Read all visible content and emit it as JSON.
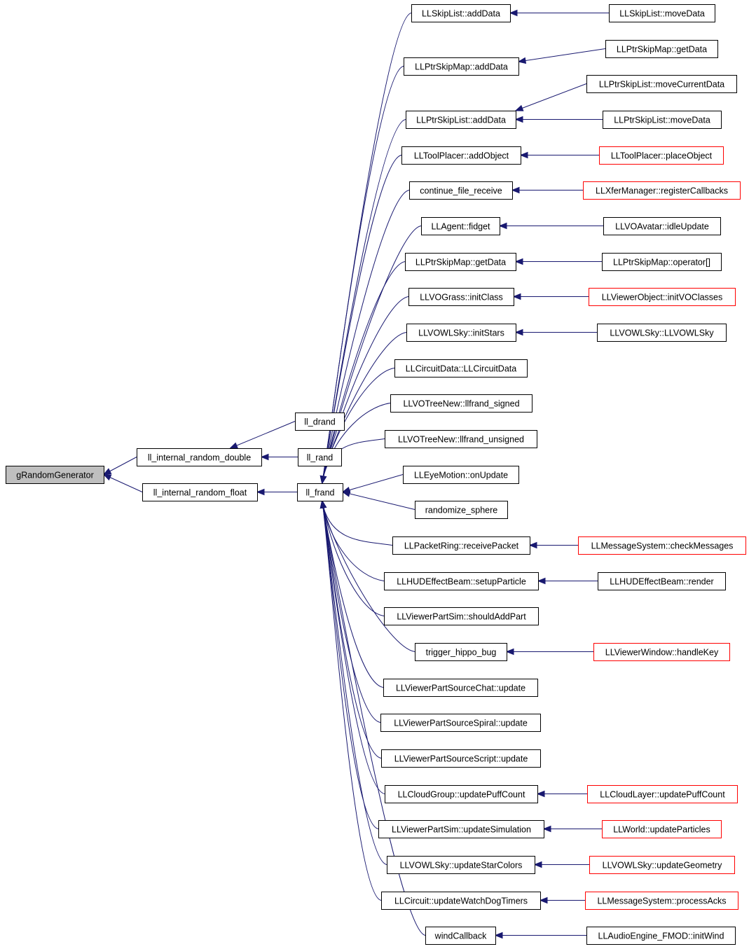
{
  "graph": {
    "type": "call-graph",
    "edge_color": "#191970",
    "root_fill": "#bfbfbf",
    "red_border": "#ff0000",
    "nodes": [
      {
        "id": "root",
        "label": "gRandomGenerator",
        "style": "root"
      },
      {
        "id": "ird",
        "label": "ll_internal_random_double",
        "style": "black"
      },
      {
        "id": "irf",
        "label": "ll_internal_random_float",
        "style": "black"
      },
      {
        "id": "drand",
        "label": "ll_drand",
        "style": "black"
      },
      {
        "id": "rand",
        "label": "ll_rand",
        "style": "black"
      },
      {
        "id": "frand",
        "label": "ll_frand",
        "style": "black"
      },
      {
        "id": "c0",
        "label": "LLSkipList::addData",
        "style": "black"
      },
      {
        "id": "c1",
        "label": "LLPtrSkipMap::addData",
        "style": "black"
      },
      {
        "id": "c2",
        "label": "LLPtrSkipList::addData",
        "style": "black"
      },
      {
        "id": "c3",
        "label": "LLToolPlacer::addObject",
        "style": "black"
      },
      {
        "id": "c4",
        "label": "continue_file_receive",
        "style": "black"
      },
      {
        "id": "c5",
        "label": "LLAgent::fidget",
        "style": "black"
      },
      {
        "id": "c6",
        "label": "LLPtrSkipMap::getData",
        "style": "black"
      },
      {
        "id": "c7",
        "label": "LLVOGrass::initClass",
        "style": "black"
      },
      {
        "id": "c8",
        "label": "LLVOWLSky::initStars",
        "style": "black"
      },
      {
        "id": "c9",
        "label": "LLCircuitData::LLCircuitData",
        "style": "black"
      },
      {
        "id": "c10",
        "label": "LLVOTreeNew::llfrand_signed",
        "style": "black"
      },
      {
        "id": "c11",
        "label": "LLVOTreeNew::llfrand_unsigned",
        "style": "black"
      },
      {
        "id": "c12",
        "label": "LLEyeMotion::onUpdate",
        "style": "black"
      },
      {
        "id": "c13",
        "label": "randomize_sphere",
        "style": "black"
      },
      {
        "id": "c14",
        "label": "LLPacketRing::receivePacket",
        "style": "black"
      },
      {
        "id": "c15",
        "label": "LLHUDEffectBeam::setupParticle",
        "style": "black"
      },
      {
        "id": "c16",
        "label": "LLViewerPartSim::shouldAddPart",
        "style": "black"
      },
      {
        "id": "c17",
        "label": "trigger_hippo_bug",
        "style": "black"
      },
      {
        "id": "c18",
        "label": "LLViewerPartSourceChat::update",
        "style": "black"
      },
      {
        "id": "c19",
        "label": "LLViewerPartSourceSpiral::update",
        "style": "black"
      },
      {
        "id": "c20",
        "label": "LLViewerPartSourceScript::update",
        "style": "black"
      },
      {
        "id": "c21",
        "label": "LLCloudGroup::updatePuffCount",
        "style": "black"
      },
      {
        "id": "c22",
        "label": "LLViewerPartSim::updateSimulation",
        "style": "black"
      },
      {
        "id": "c23",
        "label": "LLVOWLSky::updateStarColors",
        "style": "black"
      },
      {
        "id": "c24",
        "label": "LLCircuit::updateWatchDogTimers",
        "style": "black"
      },
      {
        "id": "c25",
        "label": "windCallback",
        "style": "black"
      },
      {
        "id": "r0",
        "label": "LLSkipList::moveData",
        "style": "black"
      },
      {
        "id": "r1",
        "label": "LLPtrSkipMap::getData",
        "style": "black"
      },
      {
        "id": "r2a",
        "label": "LLPtrSkipList::moveCurrentData",
        "style": "black"
      },
      {
        "id": "r2b",
        "label": "LLPtrSkipList::moveData",
        "style": "black"
      },
      {
        "id": "r3",
        "label": "LLToolPlacer::placeObject",
        "style": "red"
      },
      {
        "id": "r4",
        "label": "LLXferManager::registerCallbacks",
        "style": "red"
      },
      {
        "id": "r5",
        "label": "LLVOAvatar::idleUpdate",
        "style": "black"
      },
      {
        "id": "r6",
        "label": "LLPtrSkipMap::operator[]",
        "style": "black"
      },
      {
        "id": "r7",
        "label": "LLViewerObject::initVOClasses",
        "style": "red"
      },
      {
        "id": "r8",
        "label": "LLVOWLSky::LLVOWLSky",
        "style": "black"
      },
      {
        "id": "r14",
        "label": "LLMessageSystem::checkMessages",
        "style": "red"
      },
      {
        "id": "r15",
        "label": "LLHUDEffectBeam::render",
        "style": "black"
      },
      {
        "id": "r17",
        "label": "LLViewerWindow::handleKey",
        "style": "red"
      },
      {
        "id": "r21",
        "label": "LLCloudLayer::updatePuffCount",
        "style": "red"
      },
      {
        "id": "r22",
        "label": "LLWorld::updateParticles",
        "style": "red"
      },
      {
        "id": "r23",
        "label": "LLVOWLSky::updateGeometry",
        "style": "red"
      },
      {
        "id": "r24",
        "label": "LLMessageSystem::processAcks",
        "style": "red"
      },
      {
        "id": "r25",
        "label": "LLAudioEngine_FMOD::initWind",
        "style": "black"
      }
    ],
    "edges": [
      [
        "ird",
        "root"
      ],
      [
        "irf",
        "root"
      ],
      [
        "drand",
        "ird"
      ],
      [
        "rand",
        "ird"
      ],
      [
        "frand",
        "irf"
      ],
      [
        "c0",
        "frand"
      ],
      [
        "c1",
        "frand"
      ],
      [
        "c2",
        "frand"
      ],
      [
        "c3",
        "frand"
      ],
      [
        "c4",
        "frand"
      ],
      [
        "c5",
        "frand"
      ],
      [
        "c6",
        "frand"
      ],
      [
        "c7",
        "frand"
      ],
      [
        "c8",
        "frand"
      ],
      [
        "c9",
        "frand"
      ],
      [
        "c10",
        "frand"
      ],
      [
        "c11",
        "frand"
      ],
      [
        "c12",
        "frand"
      ],
      [
        "c13",
        "frand"
      ],
      [
        "c14",
        "frand"
      ],
      [
        "c15",
        "frand"
      ],
      [
        "c16",
        "frand"
      ],
      [
        "c17",
        "frand"
      ],
      [
        "c18",
        "frand"
      ],
      [
        "c19",
        "frand"
      ],
      [
        "c20",
        "frand"
      ],
      [
        "c21",
        "frand"
      ],
      [
        "c22",
        "frand"
      ],
      [
        "c23",
        "frand"
      ],
      [
        "c24",
        "frand"
      ],
      [
        "c25",
        "frand"
      ],
      [
        "r0",
        "c0"
      ],
      [
        "r1",
        "c1"
      ],
      [
        "r2a",
        "c2"
      ],
      [
        "r2b",
        "c2"
      ],
      [
        "r3",
        "c3"
      ],
      [
        "r4",
        "c4"
      ],
      [
        "r5",
        "c5"
      ],
      [
        "r6",
        "c6"
      ],
      [
        "r7",
        "c7"
      ],
      [
        "r8",
        "c8"
      ],
      [
        "r14",
        "c14"
      ],
      [
        "r15",
        "c15"
      ],
      [
        "r17",
        "c17"
      ],
      [
        "r21",
        "c21"
      ],
      [
        "r22",
        "c22"
      ],
      [
        "r23",
        "c23"
      ],
      [
        "r24",
        "c24"
      ],
      [
        "r25",
        "c25"
      ]
    ]
  }
}
